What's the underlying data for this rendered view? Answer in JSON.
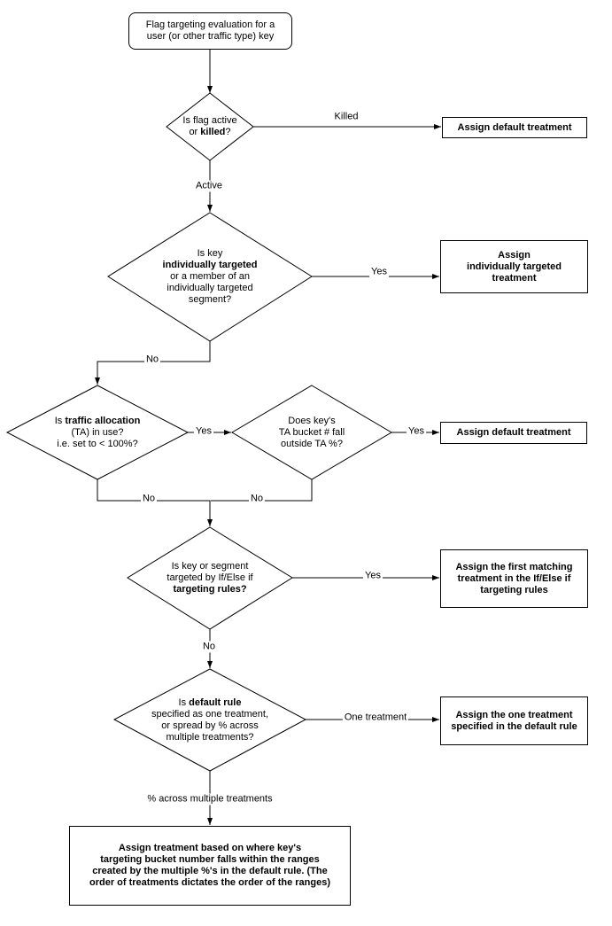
{
  "start": {
    "line1": "Flag targeting evaluation for a",
    "line2": "user (or other traffic type) key"
  },
  "decisions": {
    "flag_active": {
      "line1": "Is flag active",
      "line2_pre": "or ",
      "line2_bold": "killed",
      "line2_post": "?"
    },
    "individually_targeted": {
      "line1": "Is key",
      "line2_bold": "individually targeted",
      "line3": "or a member of an",
      "line4": "individually targeted",
      "line5": "segment?"
    },
    "traffic_allocation": {
      "line1_pre": "Is ",
      "line1_bold": "traffic allocation",
      "line2": "(TA) in use?",
      "line3": "i.e. set to < 100%?"
    },
    "ta_bucket": {
      "line1": "Does key's",
      "line2": "TA bucket # fall",
      "line3": "outside TA %?"
    },
    "targeting_rules": {
      "line1": "Is key or segment",
      "line2": "targeted by If/Else if",
      "line3_bold": "targeting rules?"
    },
    "default_rule": {
      "line1_pre": "Is ",
      "line1_bold": "default rule",
      "line2": "specified as one treatment,",
      "line3": "or spread by % across",
      "line4": "multiple treatments?"
    }
  },
  "outcomes": {
    "default_treatment_killed": "Assign default treatment",
    "individually_targeted": {
      "line1": "Assign",
      "line2": "individually targeted",
      "line3": "treatment"
    },
    "default_treatment_ta": "Assign default treatment",
    "first_matching": {
      "line1": "Assign the first matching",
      "line2": "treatment in the If/Else if",
      "line3": "targeting rules"
    },
    "one_treatment": {
      "line1": "Assign the one treatment",
      "line2": "specified in the default rule"
    },
    "bucket_ranges": {
      "line1": "Assign treatment based on where key's",
      "line2": "targeting bucket number falls within the ranges",
      "line3": "created by the multiple %'s in the default rule. (The",
      "line4": "order of treatments dictates the order of the ranges)"
    }
  },
  "edge_labels": {
    "killed": "Killed",
    "active": "Active",
    "yes_individually_targeted": "Yes",
    "no_individually_targeted": "No",
    "yes_traffic_allocation": "Yes",
    "yes_outside_ta": "Yes",
    "no_traffic_allocation": "No",
    "no_outside_ta": "No",
    "yes_targeting_rules": "Yes",
    "no_targeting_rules": "No",
    "one_treatment": "One treatment",
    "pct_across_multiple": "% across multiple treatments"
  },
  "colors": {
    "stroke": "#000000",
    "fill": "#ffffff",
    "text": "#000000"
  }
}
